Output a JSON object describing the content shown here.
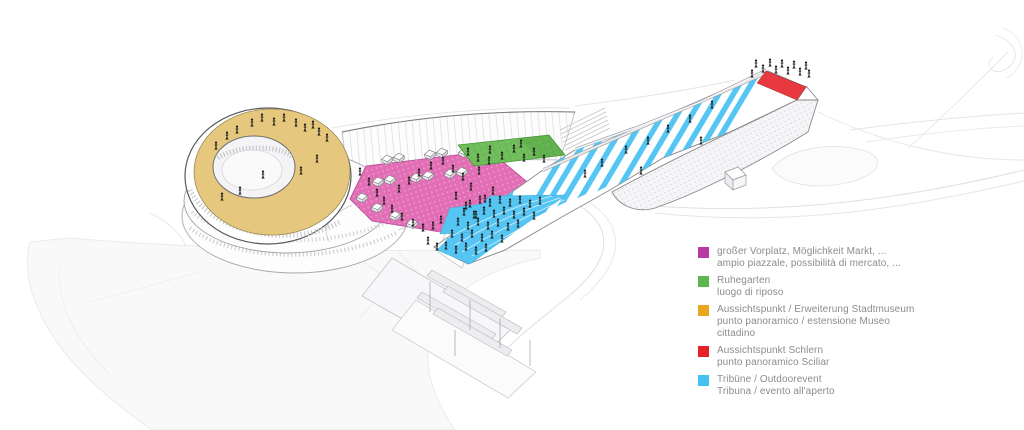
{
  "legend": {
    "text_color": "#8c8c8c",
    "items": [
      {
        "key": "vorplatz",
        "color": "#b63aa2",
        "lines": [
          "großer Vorplatz, Möglichkeit Markt, ...",
          "ampio piazzale, possibilità di mercato, ..."
        ]
      },
      {
        "key": "ruhegarten",
        "color": "#5cb84e",
        "lines": [
          "Ruhegarten",
          "luogo di riposo"
        ]
      },
      {
        "key": "aussichtspunkt-museum",
        "color": "#eaa61e",
        "lines": [
          "Aussichtspunkt / Erweiterung Stadtmuseum",
          "punto panoramico / estensione Museo",
          "cittadino"
        ]
      },
      {
        "key": "aussichtspunkt-schlern",
        "color": "#e62229",
        "lines": [
          "Aussichtspunkt Schlern",
          "punto panoramico Sciliar"
        ]
      },
      {
        "key": "tribuene",
        "color": "#44c2f1",
        "lines": [
          "Tribüne / Outdoorevent",
          "Tribuna / evento all'aperto"
        ]
      }
    ]
  },
  "diagram": {
    "colors": {
      "gold": "#e5c87d",
      "gold_edge": "#9a8a55",
      "pink": "#e26fb6",
      "pink_edge": "#b8509a",
      "green": "#72c05d",
      "green_edge": "#459636",
      "cyan": "#55c6f3",
      "red": "#e7393f",
      "ink": "#1a1a1a"
    }
  }
}
